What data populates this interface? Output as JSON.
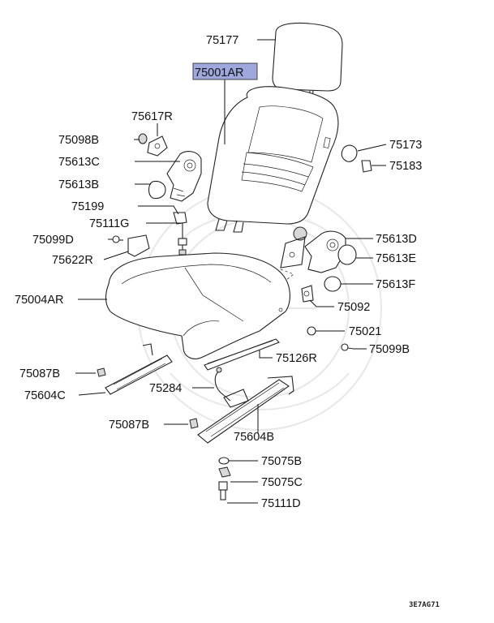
{
  "diagram": {
    "highlight_color": "#9ea8dc",
    "code": "3E7AG71",
    "labels": {
      "p75177": "75177",
      "p75001AR": "75001AR",
      "p75617R": "75617R",
      "p75098B": "75098B",
      "p75613C": "75613C",
      "p75613B": "75613B",
      "p75199": "75199",
      "p75111G": "75111G",
      "p75099D": "75099D",
      "p75622R": "75622R",
      "p75004AR": "75004AR",
      "p75173": "75173",
      "p75183": "75183",
      "p75613D": "75613D",
      "p75613E": "75613E",
      "p75613F": "75613F",
      "p75092": "75092",
      "p75021": "75021",
      "p75099B": "75099B",
      "p75126R": "75126R",
      "p75087B_top": "75087B",
      "p75604C": "75604C",
      "p75284": "75284",
      "p75087B_bottom": "75087B",
      "p75604B": "75604B",
      "p75075B": "75075B",
      "p75075C": "75075C",
      "p75111D": "75111D"
    }
  }
}
